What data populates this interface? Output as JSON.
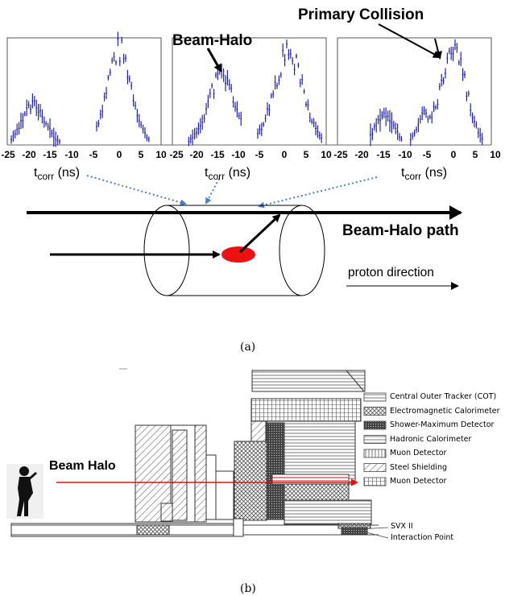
{
  "panel_a": {
    "primary_label": "Primary Collision",
    "halo_label": "Beam-Halo",
    "path_label": "Beam-Halo path",
    "proton_label": "proton direction",
    "axis_label_main": "t",
    "axis_label_sub": "corr",
    "axis_label_unit": " (ns)",
    "ticks": [
      "-25",
      "-20",
      "-15",
      "-10",
      "-5",
      "0",
      "5",
      "10"
    ],
    "caption": "(a)"
  },
  "panel_b": {
    "beam_label": "Beam Halo",
    "legend": [
      {
        "label": "Central Outer Tracker (COT)",
        "pattern": "hlines"
      },
      {
        "label": "Electromagnetic Calorimeter",
        "pattern": "cross"
      },
      {
        "label": "Shower-Maximum Detector",
        "pattern": "dense"
      },
      {
        "label": "Hadronic Calorimeter",
        "pattern": "hlines2"
      },
      {
        "label": "Muon Detector",
        "pattern": "vlines"
      },
      {
        "label": "Steel Shielding",
        "pattern": "diag"
      },
      {
        "label": "Muon Detector",
        "pattern": "grid"
      }
    ],
    "svx_label": "SVX II",
    "ip_label": "Interaction Point",
    "caption": "(b)"
  },
  "colors": {
    "histogram": "#2020c8",
    "arrow_red": "#e01010",
    "dotted": "#4a7fd0",
    "collision": "#ee1111"
  }
}
